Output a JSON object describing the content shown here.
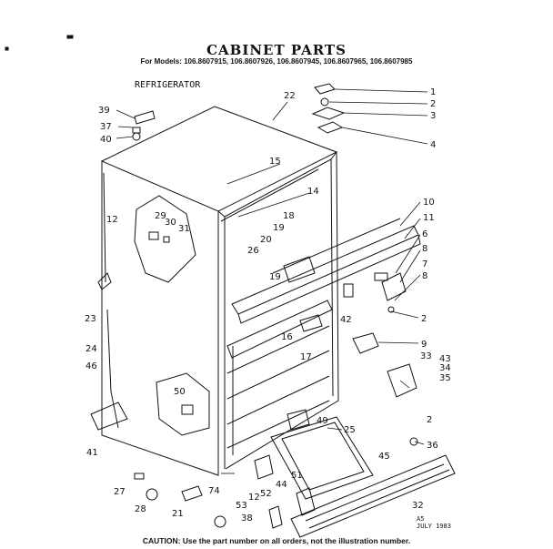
{
  "title": "CABINET PARTS",
  "subtitle": "For Models: 106.8607915, 106.8607926, 106.8607945, 106.8607965, 106.8607985",
  "section_label": "REFRIGERATOR",
  "caution": "CAUTION: Use the part number on all orders, not the illustration number.",
  "stamp_line1": "A5",
  "stamp_line2": "JULY 1983",
  "callouts": [
    "1",
    "2",
    "3",
    "4",
    "22",
    "39",
    "37",
    "40",
    "15",
    "14",
    "10",
    "11",
    "12",
    "29",
    "30",
    "31",
    "18",
    "19",
    "20",
    "26",
    "6",
    "8",
    "7",
    "8",
    "19",
    "2",
    "23",
    "42",
    "16",
    "17",
    "9",
    "24",
    "46",
    "33",
    "43",
    "34",
    "35",
    "50",
    "49",
    "25",
    "2",
    "36",
    "41",
    "45",
    "51",
    "44",
    "27",
    "28",
    "74",
    "52",
    "12",
    "53",
    "32",
    "21",
    "38"
  ]
}
